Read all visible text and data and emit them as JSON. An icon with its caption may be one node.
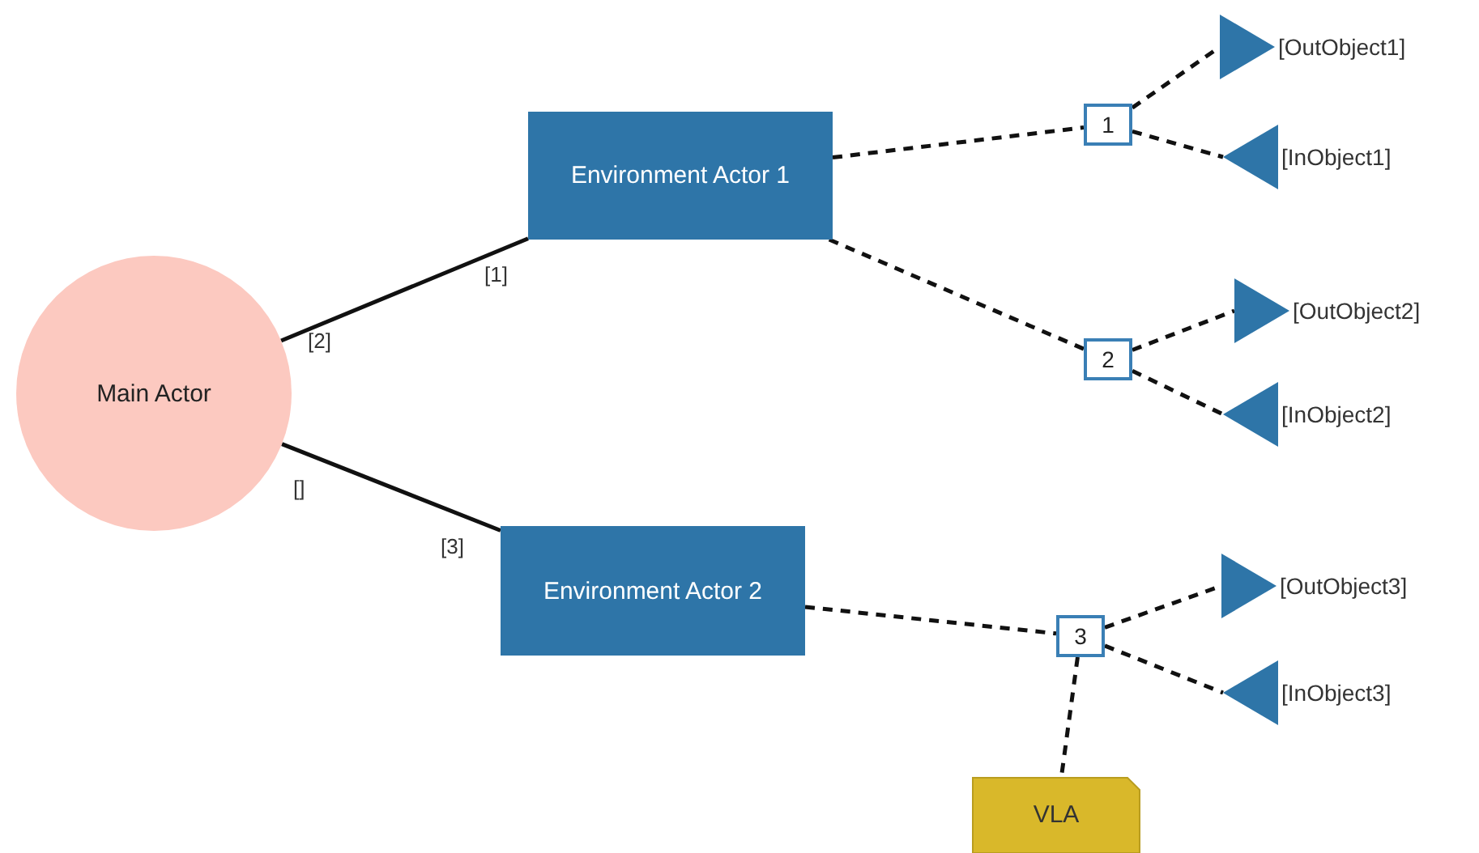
{
  "diagram": {
    "nodes": [
      {
        "text": [
          "Main Actor"
        ]
      },
      {
        "text": [
          "Environment Actor 1"
        ]
      },
      {
        "text": [
          "Environment Actor 2"
        ]
      },
      {
        "text": [
          "1"
        ]
      },
      {
        "text": [
          "2"
        ]
      },
      {
        "text": [
          "3"
        ]
      },
      {
        "text": [
          "[OutObject1]"
        ]
      },
      {
        "text": [
          "[InObject1]"
        ]
      },
      {
        "text": [
          "[OutObject2]"
        ]
      },
      {
        "text": [
          "[InObject2]"
        ]
      },
      {
        "text": [
          "[OutObject3]"
        ]
      },
      {
        "text": [
          "[InObject3]"
        ]
      },
      {
        "text": [
          "VLA"
        ]
      }
    ],
    "edges": [
      {
        "from": 0,
        "to": 1,
        "arrow": "none"
      },
      {
        "from": 0,
        "to": 2,
        "arrow": "none"
      },
      {
        "from": 1,
        "to": 3,
        "arrow": "none",
        "style": "dashed"
      },
      {
        "from": 1,
        "to": 4,
        "arrow": "none",
        "style": "dashed"
      },
      {
        "from": 3,
        "to": 6,
        "arrow": "none",
        "style": "dashed"
      },
      {
        "from": 3,
        "to": 7,
        "arrow": "none",
        "style": "dashed"
      },
      {
        "from": 4,
        "to": 8,
        "arrow": "none",
        "style": "dashed"
      },
      {
        "from": 4,
        "to": 9,
        "arrow": "none",
        "style": "dashed"
      },
      {
        "from": 2,
        "to": 5,
        "arrow": "none",
        "style": "dashed"
      },
      {
        "from": 5,
        "to": 10,
        "arrow": "none",
        "style": "dashed"
      },
      {
        "from": 5,
        "to": 11,
        "arrow": "none",
        "style": "dashed"
      },
      {
        "from": 5,
        "to": 12,
        "arrow": "none",
        "style": "dashed"
      }
    ],
    "labels": [
      "[1]",
      "[2]",
      "[]",
      "[3]"
    ]
  }
}
